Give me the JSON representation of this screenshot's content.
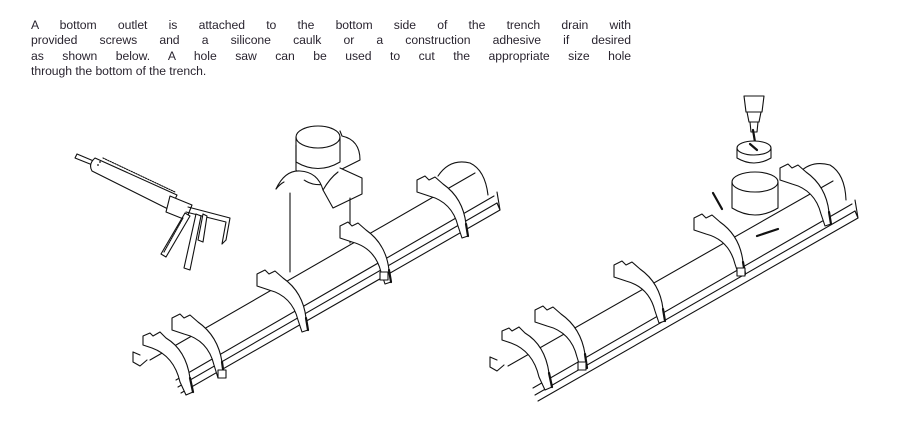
{
  "document": {
    "paragraph_lines": [
      "A bottom outlet is attached to the bottom side of the trench drain with",
      "provided screws and a silicone caulk or a construction adhesive if desired",
      "as shown below. A hole saw can be used to cut the appropriate size hole",
      "through the bottom of the trench."
    ]
  },
  "figures": [
    {
      "id": "left",
      "depicts": [
        "caulk-gun",
        "bottom-outlet",
        "trench-drain-channel"
      ]
    },
    {
      "id": "right",
      "depicts": [
        "hole-saw",
        "bottom-outlet-installed",
        "screws",
        "trench-drain-channel"
      ]
    }
  ]
}
